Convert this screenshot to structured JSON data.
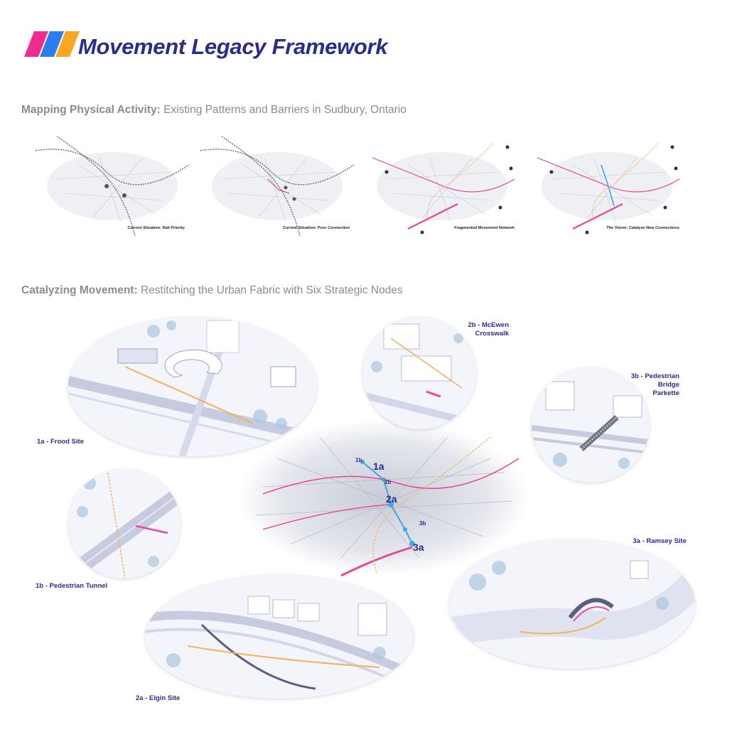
{
  "header": {
    "title": "Movement Legacy Framework",
    "logo_colors": [
      "#ee2d8f",
      "#2d7df0",
      "#f7a823"
    ]
  },
  "section1": {
    "heading_bold": "Mapping Physical Activity:",
    "heading_rest": " Existing Patterns and Barriers in Sudbury, Ontario",
    "panels": [
      {
        "caption": "Current Situation: Rail Priority"
      },
      {
        "caption": "Current Situation: Poor Connection"
      },
      {
        "caption": "Fragmented Movement Network"
      },
      {
        "caption": "The Vision: Catalyze New Connections"
      }
    ]
  },
  "section2": {
    "heading_bold": "Catalyzing Movement:",
    "heading_rest": " Restitching the Urban Fabric with Six Strategic Nodes",
    "nodes": {
      "n1a": "1a - Frood Site",
      "n1b": "1b - Pedestrian Tunnel",
      "n2a": "2a - Elgin Site",
      "n2b_line1": "2b - McEwen",
      "n2b_line2": "Crosswalk",
      "n3a": "3a - Ramsey Site",
      "n3b_line1": "3b - Pedestrian",
      "n3b_line2": "Bridge",
      "n3b_line3": "Parkette"
    },
    "map_tags": {
      "t1a": "1a",
      "t1b": "1b",
      "t2a": "2a",
      "t2b": "2b",
      "t3a": "3a",
      "t3b": "3b"
    }
  },
  "colors": {
    "navy": "#2a2b8c",
    "pink_route": "#e8479a",
    "blue_route": "#3fa7e0",
    "orange_route": "#f1b25a"
  }
}
